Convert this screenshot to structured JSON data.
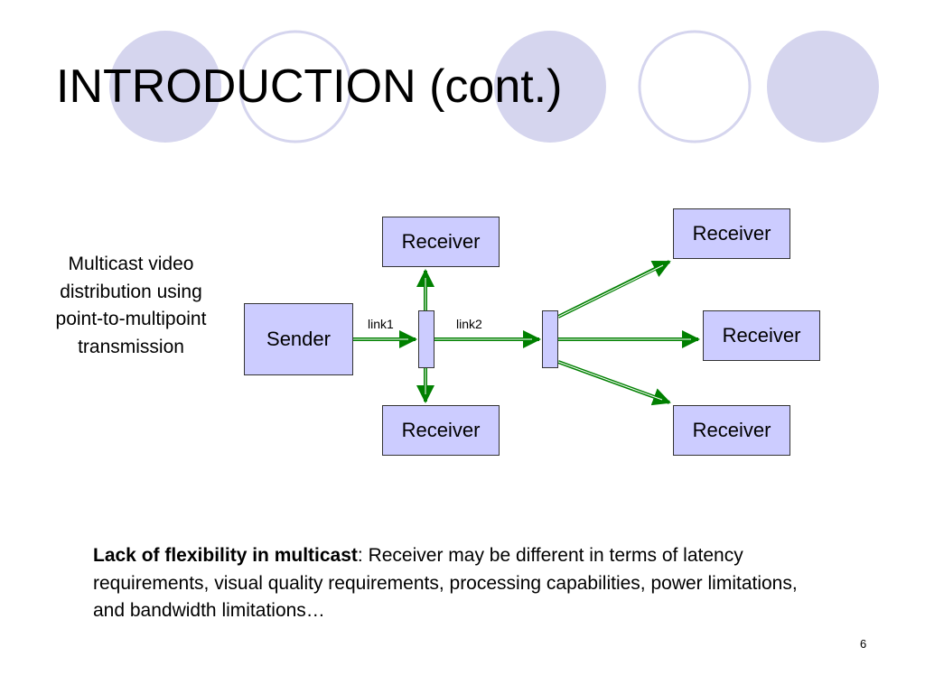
{
  "slide": {
    "title": "INTRODUCTION (cont.)",
    "page_number": "6",
    "colors": {
      "circle_fill": "#d5d5ee",
      "circle_stroke": "#d5d5ee",
      "node_fill": "#ccccff",
      "arrow": "#008000"
    }
  },
  "diagram": {
    "sender": "Sender",
    "receivers": [
      "Receiver",
      "Receiver",
      "Receiver",
      "Receiver",
      "Receiver"
    ],
    "link1": "link1",
    "link2": "link2"
  },
  "side_caption": "Multicast video distribution using point-to-multipoint transmission",
  "note": {
    "bold": "Lack of flexibility in multicast",
    "rest": ": Receiver may be different in terms of latency requirements, visual quality requirements, processing capabilities, power limitations, and bandwidth limitations…"
  }
}
